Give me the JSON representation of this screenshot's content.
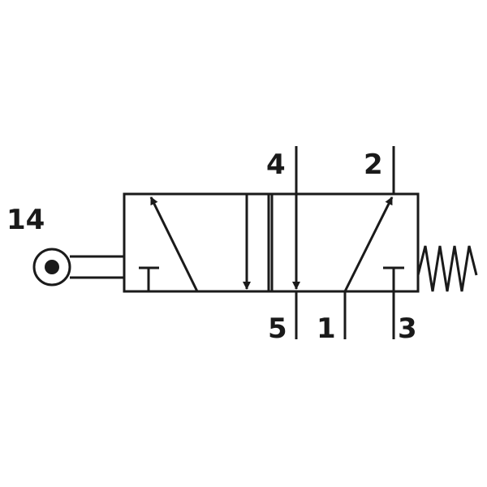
{
  "ports": {
    "pilot": "14",
    "port_4": "4",
    "port_2": "2",
    "port_5": "5",
    "port_1": "1",
    "port_3": "3"
  },
  "colors": {
    "stroke": "#1a1a1a",
    "background": "#ffffff"
  }
}
